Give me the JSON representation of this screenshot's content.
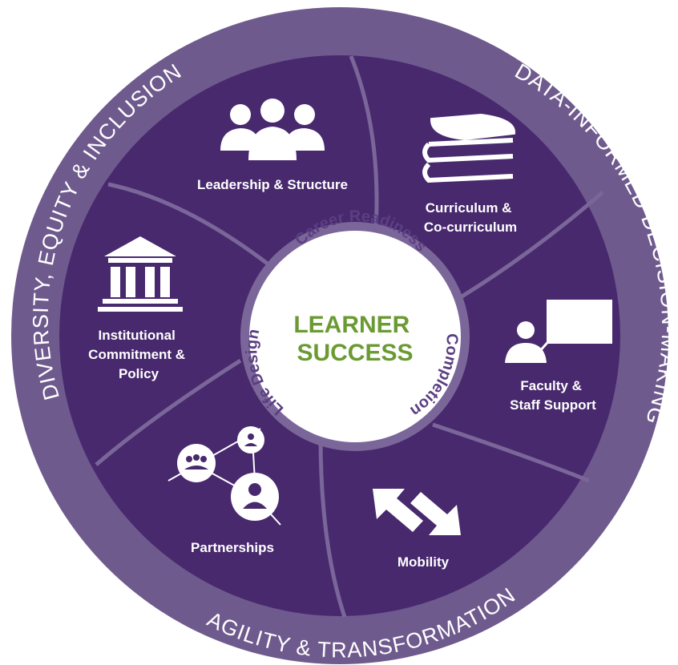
{
  "colors": {
    "outer_ring": "#6f5a8e",
    "wheel": "#48296e",
    "divider": "#7b6699",
    "core": "#ffffff",
    "core_text": "#5b3f82",
    "core_title": "#6b9a33",
    "label": "#ffffff"
  },
  "outer_ring": {
    "left": "DIVERSITY, EQUITY & INCLUSION",
    "right": "DATA-INFORMED DECISION-MAKING",
    "bottom": "AGILITY & TRANSFORMATION"
  },
  "segments": {
    "leadership": {
      "label": "Leadership & Structure",
      "icon": "people-group-icon"
    },
    "curriculum": {
      "line1": "Curriculum &",
      "line2": "Co-curriculum",
      "icon": "books-icon"
    },
    "faculty": {
      "line1": "Faculty &",
      "line2": "Staff Support",
      "icon": "presenter-board-icon"
    },
    "mobility": {
      "label": "Mobility",
      "icon": "arrows-icon"
    },
    "partnerships": {
      "label": "Partnerships",
      "icon": "network-icon"
    },
    "institutional": {
      "line1": "Institutional",
      "line2": "Commitment &",
      "line3": "Policy",
      "icon": "building-columns-icon"
    }
  },
  "core": {
    "title_line1": "LEARNER",
    "title_line2": "SUCCESS",
    "top": "Career Readiness",
    "right": "Completion",
    "left": "Life Design"
  }
}
